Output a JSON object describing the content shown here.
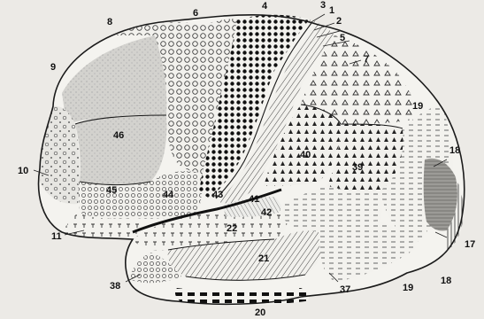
{
  "figure": {
    "region_labels": [
      {
        "id": "area-1",
        "label": "1"
      },
      {
        "id": "area-2",
        "label": "2"
      },
      {
        "id": "area-3",
        "label": "3"
      },
      {
        "id": "area-4",
        "label": "4"
      },
      {
        "id": "area-5",
        "label": "5"
      },
      {
        "id": "area-6",
        "label": "6"
      },
      {
        "id": "area-7",
        "label": "7"
      },
      {
        "id": "area-8",
        "label": "8"
      },
      {
        "id": "area-9",
        "label": "9"
      },
      {
        "id": "area-10",
        "label": "10"
      },
      {
        "id": "area-11",
        "label": "11"
      },
      {
        "id": "area-17",
        "label": "17"
      },
      {
        "id": "area-18-top",
        "label": "18"
      },
      {
        "id": "area-18-bottom",
        "label": "18"
      },
      {
        "id": "area-19-top",
        "label": "19"
      },
      {
        "id": "area-19-bottom",
        "label": "19"
      },
      {
        "id": "area-20",
        "label": "20"
      },
      {
        "id": "area-21",
        "label": "21"
      },
      {
        "id": "area-22",
        "label": "22"
      },
      {
        "id": "area-37",
        "label": "37"
      },
      {
        "id": "area-38",
        "label": "38"
      },
      {
        "id": "area-39",
        "label": "39"
      },
      {
        "id": "area-40",
        "label": "40"
      },
      {
        "id": "area-41",
        "label": "41"
      },
      {
        "id": "area-42",
        "label": "42"
      },
      {
        "id": "area-43",
        "label": "43"
      },
      {
        "id": "area-44",
        "label": "44"
      },
      {
        "id": "area-45",
        "label": "45"
      },
      {
        "id": "area-46",
        "label": "46"
      }
    ]
  }
}
